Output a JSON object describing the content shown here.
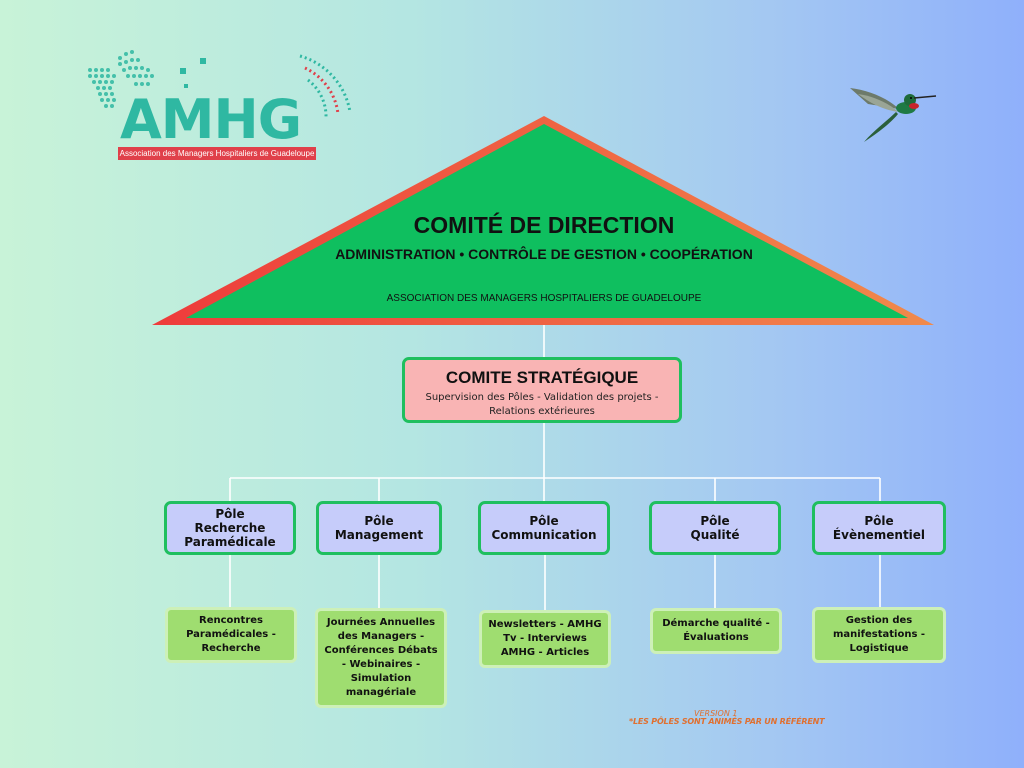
{
  "logo": {
    "name": "AMHG",
    "subtitle": "Association des Managers Hospitaliers de Guadeloupe"
  },
  "direction": {
    "title": "COMITÉ DE DIRECTION",
    "subtitle": "ADMINISTRATION • CONTRÔLE DE GESTION • COOPÉRATION",
    "org": "ASSOCIATION DES MANAGERS HOSPITALIERS DE GUADELOUPE"
  },
  "strategic": {
    "title": "COMITE STRATÉGIQUE",
    "description": "Supervision des Pôles - Validation des projets - Relations extérieures"
  },
  "poles": [
    {
      "label": "Pôle\nRecherche\nParamédicale",
      "tasks": "Rencontres Paramédicales - Recherche"
    },
    {
      "label": "Pôle\nManagement",
      "tasks": "Journées Annuelles des Managers - Conférences Débats - Webinaires - Simulation managériale"
    },
    {
      "label": "Pôle\nCommunication",
      "tasks": "Newsletters - AMHG Tv - Interviews AMHG - Articles"
    },
    {
      "label": "Pôle\nQualité",
      "tasks": "Démarche qualité - Évaluations"
    },
    {
      "label": "Pôle\nÉvènementiel",
      "tasks": "Gestion des manifestations - Logistique"
    }
  ],
  "footer": {
    "version": "VERSION 1",
    "note": "*LES PÔLES SONT ANIMÉS PAR UN RÉFÉRENT"
  },
  "colors": {
    "triangle_fill": "#0fbf5f",
    "triangle_border_left": "#ee3b3b",
    "triangle_border_right": "#f08a4b",
    "strategic_fill": "#f9b4b4",
    "pole_fill": "#c6ccfa",
    "task_fill": "#9fdd70",
    "accent_green": "#1fbf5f"
  }
}
